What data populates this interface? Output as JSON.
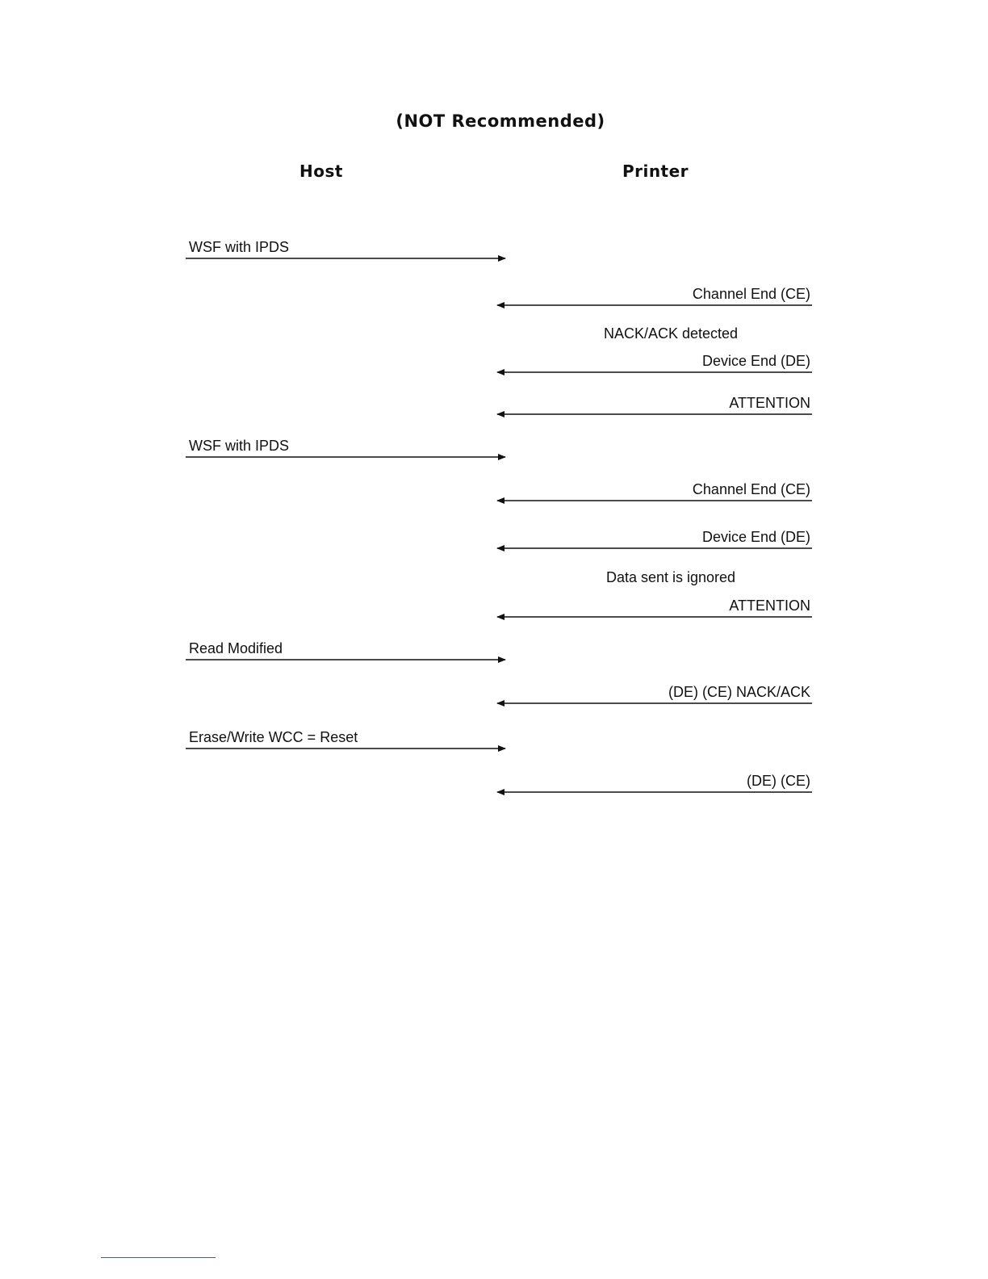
{
  "title": "(NOT Recommended)",
  "columns": {
    "host": "Host",
    "printer": "Printer"
  },
  "steps": [
    {
      "kind": "message",
      "direction": "to-printer",
      "label": "WSF with IPDS"
    },
    {
      "kind": "message",
      "direction": "to-host",
      "label": "Channel End (CE)"
    },
    {
      "kind": "note",
      "label": "NACK/ACK detected"
    },
    {
      "kind": "message",
      "direction": "to-host",
      "label": "Device End (DE)"
    },
    {
      "kind": "message",
      "direction": "to-host",
      "label": "ATTENTION"
    },
    {
      "kind": "message",
      "direction": "to-printer",
      "label": "WSF with IPDS"
    },
    {
      "kind": "message",
      "direction": "to-host",
      "label": "Channel End (CE)"
    },
    {
      "kind": "message",
      "direction": "to-host",
      "label": "Device End (DE)"
    },
    {
      "kind": "note",
      "label": "Data sent is ignored"
    },
    {
      "kind": "message",
      "direction": "to-host",
      "label": "ATTENTION"
    },
    {
      "kind": "message",
      "direction": "to-printer",
      "label": "Read Modified"
    },
    {
      "kind": "message",
      "direction": "to-host",
      "label": "(DE) (CE) NACK/ACK"
    },
    {
      "kind": "message",
      "direction": "to-printer",
      "label": "Erase/Write WCC = Reset"
    },
    {
      "kind": "message",
      "direction": "to-host",
      "label": "(DE) (CE)"
    }
  ],
  "colors": {
    "ink": "#111111",
    "footer_rule": "#4a55c4"
  }
}
